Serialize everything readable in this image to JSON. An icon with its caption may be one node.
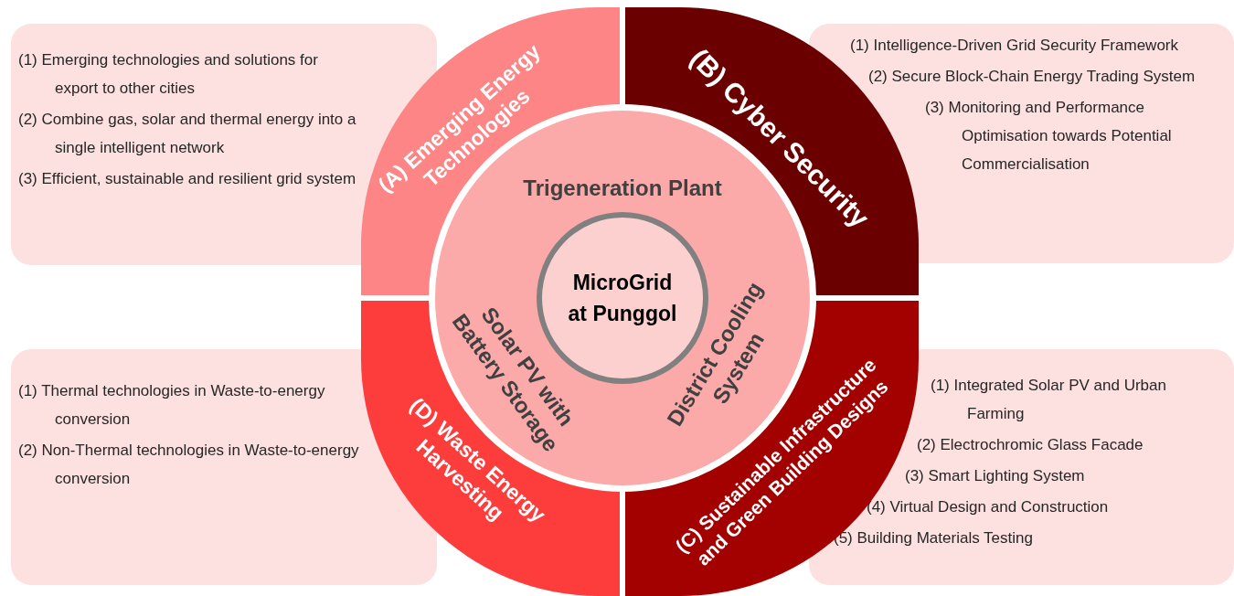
{
  "diagram": {
    "nodes": [
      {
        "text": [
          "(1) Emerging technologies and solutions for export to other cities",
          "(2) Combine gas, solar and thermal energy into a single intelligent network",
          "(3) Efficient, sustainable and resilient grid system"
        ]
      },
      {
        "text": [
          "(A) Emerging Energy Technologies"
        ]
      },
      {
        "text": [
          "(B) Cyber Security"
        ]
      },
      {
        "text": [
          "(1) Intelligence-Driven Grid Security Framework",
          "(2) Secure Block-Chain Energy Trading System",
          "(3) Monitoring and Performance Optimisation towards Potential Commercialisation"
        ]
      },
      {
        "text": [
          "Trigeneration Plant",
          "Solar PV with Battery Storage",
          "District Cooling System"
        ]
      },
      {
        "text": [
          "MicroGrid at Punggol"
        ],
        "in": 4
      },
      {
        "text": [
          "(1) Thermal technologies in Waste-to-energy conversion",
          "(2) Non-Thermal technologies in Waste-to-energy conversion"
        ]
      },
      {
        "text": [
          "(D) Waste Energy Harvesting"
        ]
      },
      {
        "text": [
          "(C) Sustainable Infrastructure and Green Building Designs"
        ]
      },
      {
        "text": [
          "(1) Integrated Solar PV and Urban Farming",
          "(2) Electrochromic Glass Facade",
          "(3) Smart Lighting System",
          "(4) Virtual Design and Construction",
          "(5) Building Materials Testing"
        ]
      }
    ]
  }
}
